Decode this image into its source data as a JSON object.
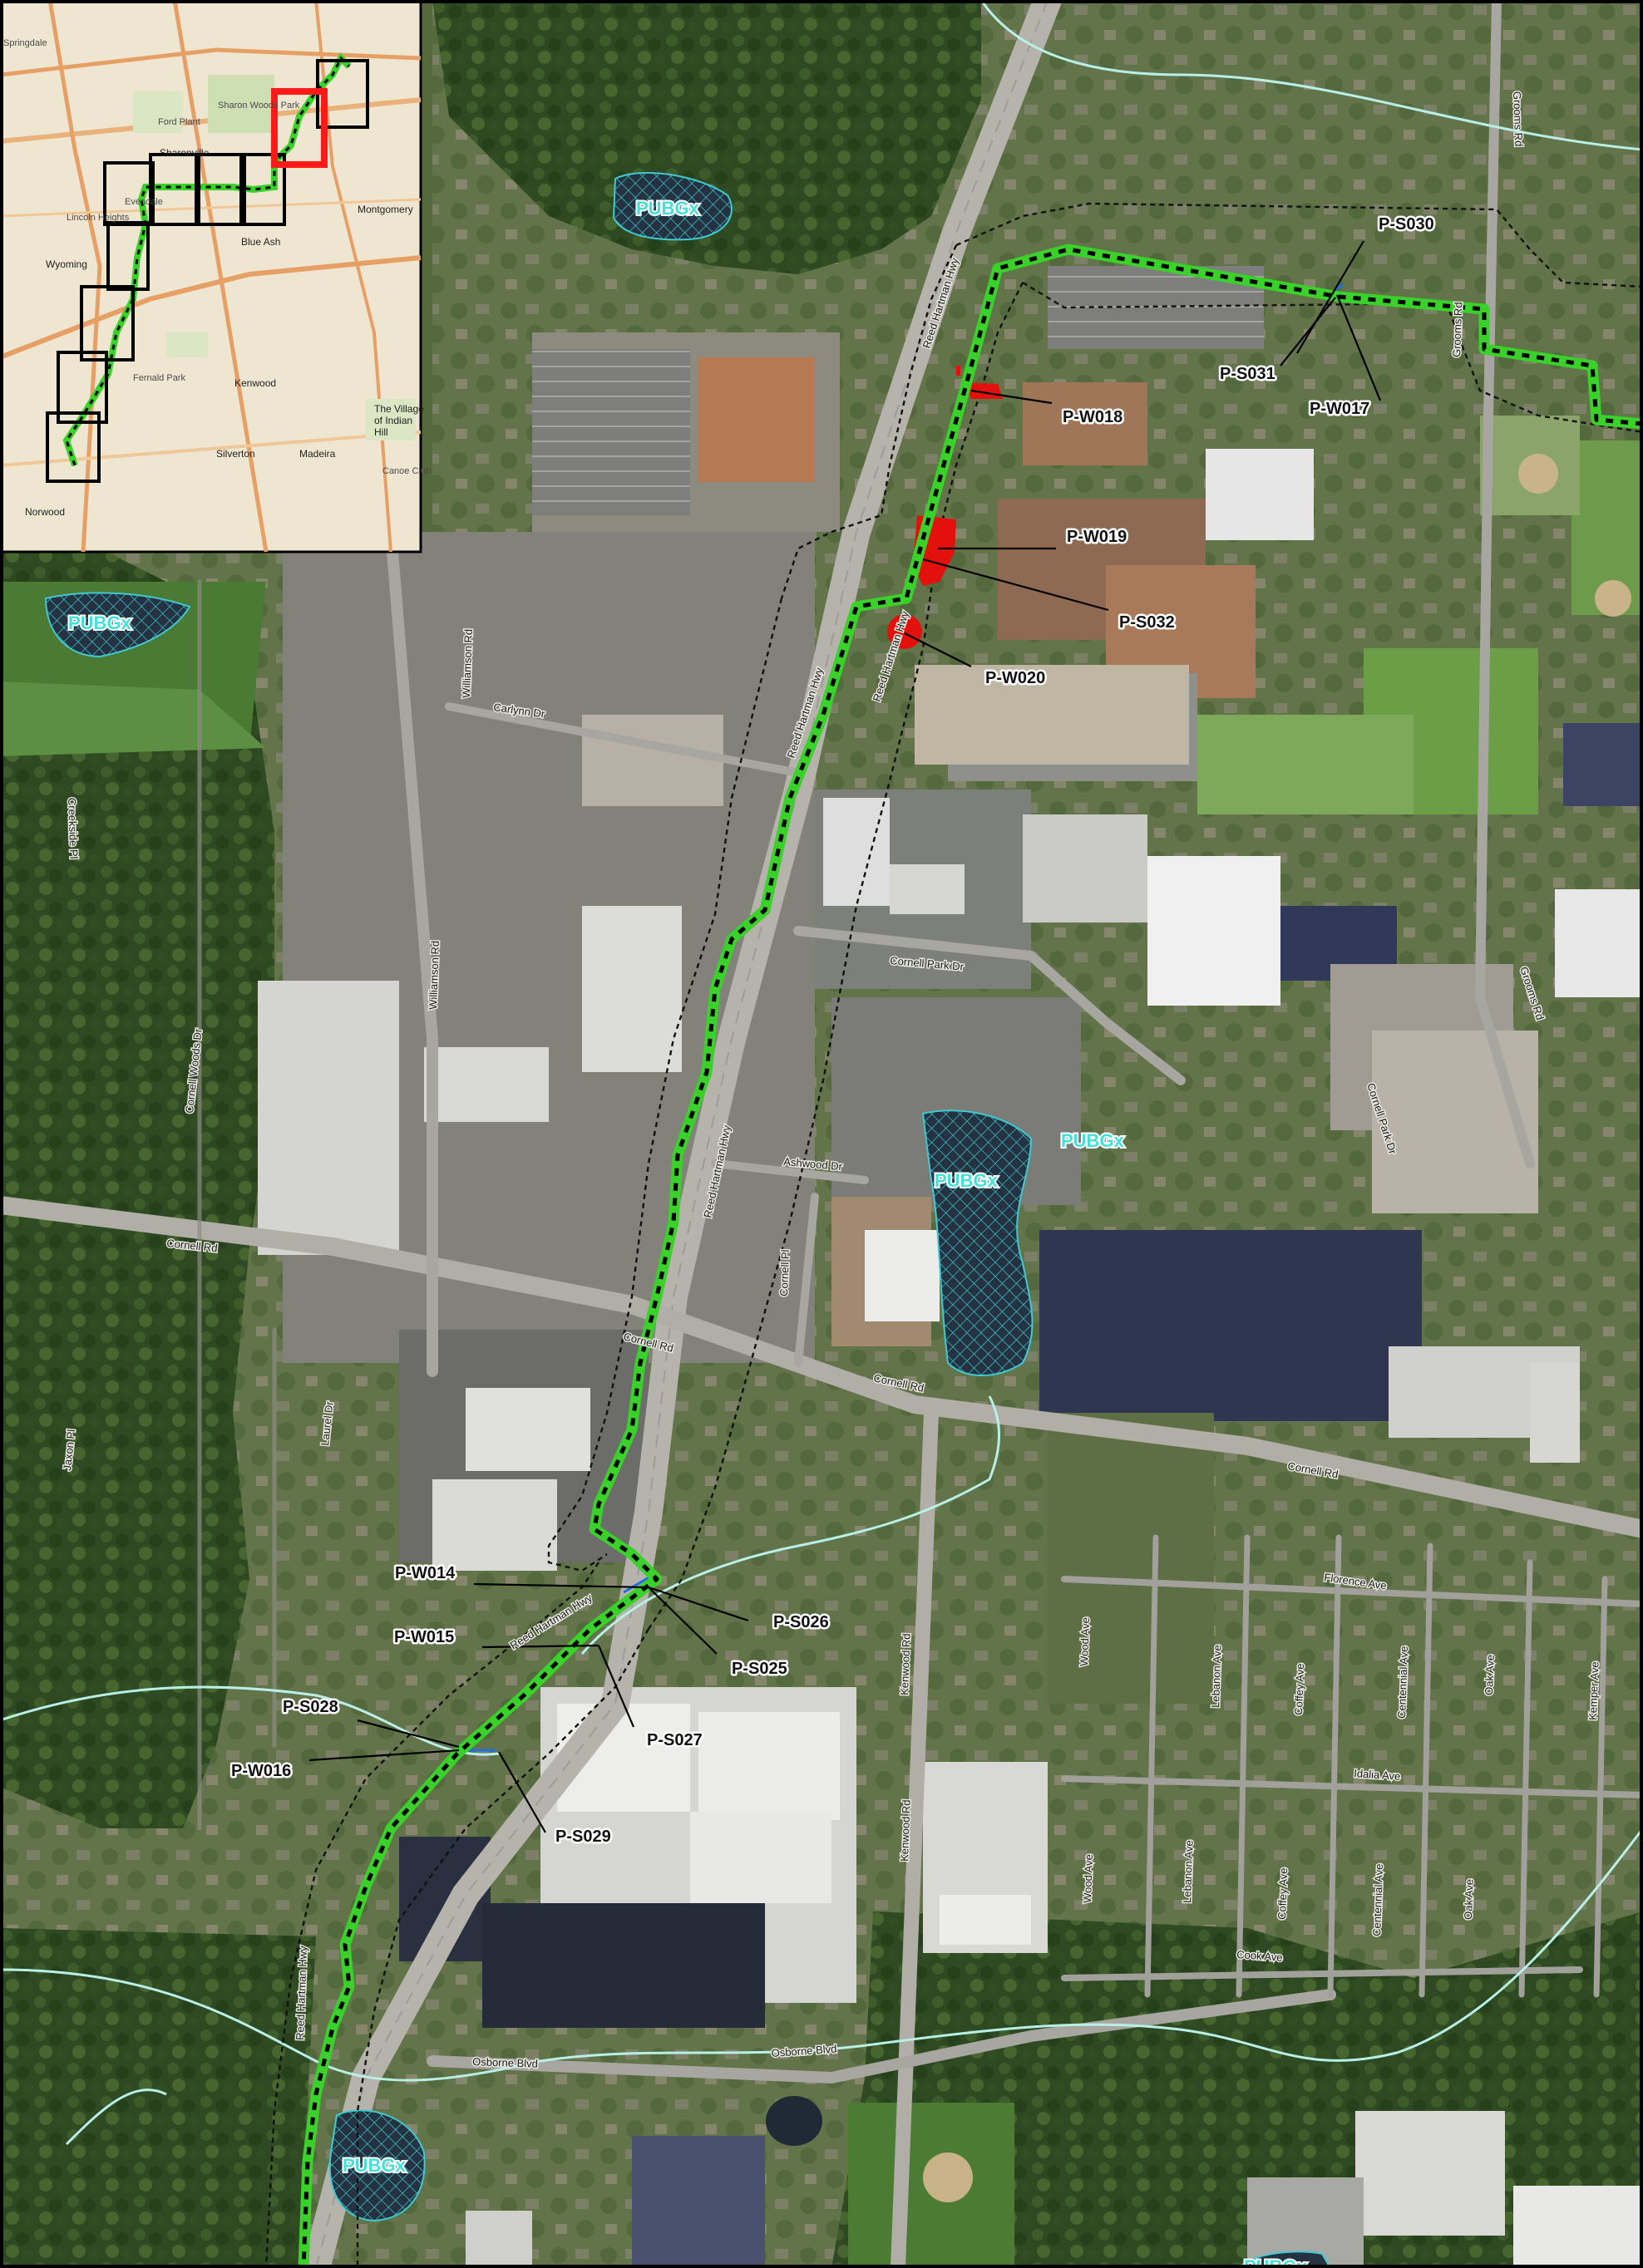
{
  "colors": {
    "corridor_green": "#39d12a",
    "corridor_dash": "#000000",
    "buffer_dash": "#111111",
    "stream": "#b8f0e8",
    "pond_hatch": "#3fc9d0",
    "wetland_fill": "#e3110c",
    "stream_crossing": "#1e6fe0",
    "inset_highlight": "#ff1a1a"
  },
  "features": {
    "wetlands": [
      "P-W014",
      "P-W015",
      "P-W016",
      "P-W017",
      "P-W018",
      "P-W019",
      "P-W020"
    ],
    "streams": [
      "P-S025",
      "P-S026",
      "P-S027",
      "P-S028",
      "P-S029",
      "P-S030",
      "P-S031",
      "P-S032"
    ],
    "ponds": [
      "PUBGx",
      "PUBGx",
      "PUBGx",
      "PUBGx",
      "PUBGx",
      "PUBGx"
    ]
  },
  "roads": {
    "reed_hartman": "Reed Hartman Hwy",
    "williamson": "Williamson Rd",
    "carlynn": "Carlynn Dr",
    "cornell_park": "Cornell Park Dr",
    "ashwood": "Ashwood Dr",
    "cornell_rd": "Cornell Rd",
    "cornell_pl": "Cornell Pl",
    "kenwood": "Kenwood Rd",
    "florence": "Florence Ave",
    "idalia": "Idalia Ave",
    "cook": "Cook Ave",
    "osborne": "Osborne Blvd",
    "grooms": "Grooms Rd",
    "wood": "Wood Ave",
    "lebanon": "Lebanon Ave",
    "coffey": "Coffey Ave",
    "centennial": "Centennial Ave",
    "oak": "Oak Ave",
    "kemper": "Kemper Ave",
    "creekside": "Creekside Pl",
    "cornell_woods": "Cornell Woods Dr",
    "laurel": "Laurel Dr",
    "jaxon": "Jaxon Pl"
  },
  "inset": {
    "places": {
      "sharonville": "Sharonville",
      "blue_ash": "Blue Ash",
      "montgomery": "Montgomery",
      "wyoming": "Wyoming",
      "kenwood": "Kenwood",
      "madeira": "Madeira",
      "silverton": "Silverton",
      "norwood": "Norwood",
      "indian_hill": "The Village of Indian Hill",
      "springdale": "Springdale",
      "evendale": "Evendale",
      "lincoln_heights": "Lincoln Heights",
      "fernald": "Fernald Park",
      "ford_plant": "Ford Plant",
      "sharon_woods": "Sharon Woods Park",
      "canoe": "Canoe Club"
    }
  }
}
